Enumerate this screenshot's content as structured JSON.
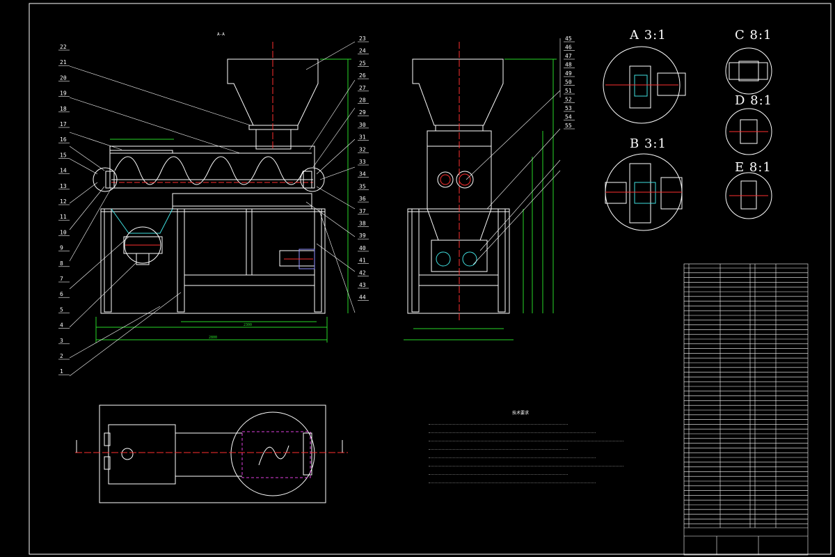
{
  "drawing": {
    "section_marker": "A-A",
    "details": [
      {
        "label": "A 3:1"
      },
      {
        "label": "C 8:1"
      },
      {
        "label": "D 8:1"
      },
      {
        "label": "B 3:1"
      },
      {
        "label": "E 8:1"
      }
    ],
    "left_balloons": [
      "22",
      "21",
      "20",
      "19",
      "18",
      "17",
      "16",
      "15",
      "14",
      "13",
      "12",
      "11",
      "10",
      "9",
      "8",
      "7",
      "6",
      "5",
      "4",
      "3",
      "2",
      "1"
    ],
    "mid_balloons": [
      "23",
      "24",
      "25",
      "26",
      "27",
      "28",
      "29",
      "30",
      "31",
      "32",
      "33",
      "34",
      "35",
      "36",
      "37",
      "38",
      "39",
      "40",
      "41",
      "42",
      "43",
      "44"
    ],
    "right_balloons": [
      "45",
      "46",
      "47",
      "48",
      "49",
      "50",
      "51",
      "52",
      "53",
      "54",
      "55"
    ],
    "notes_title": "技术要求",
    "note_count": 8,
    "colors": {
      "outline": "#ffffff",
      "centerline": "#ff3030",
      "dimension": "#28d828",
      "section": "#40e0e0",
      "hidden": "#e040e0",
      "motor": "#9090ff"
    }
  }
}
